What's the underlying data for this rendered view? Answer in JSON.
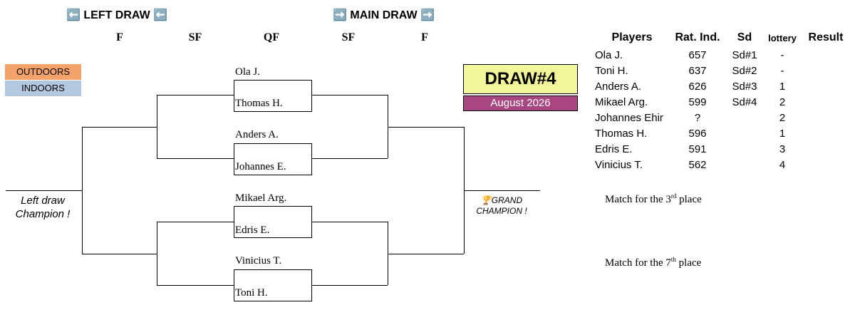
{
  "headers": {
    "left_draw": "⬅️ LEFT DRAW ⬅️",
    "main_draw": "➡️ MAIN DRAW ➡️"
  },
  "rounds": [
    "F",
    "SF",
    "QF",
    "SF",
    "F"
  ],
  "legend": {
    "outdoors": "OUTDOORS",
    "indoors": "INDOORS",
    "outdoors_color": "#f4a26c",
    "indoors_color": "#b4c7e0"
  },
  "bracket": {
    "qf_names": [
      "Ola J.",
      "Thomas H.",
      "Anders A.",
      "Johannes E.",
      "Mikael Arg.",
      "Edris E.",
      "Vinicius T.",
      "Toni H."
    ],
    "left_champion_line1": "Left draw",
    "left_champion_line2": "Champion !",
    "grand_champion_line1": "🏆GRAND",
    "grand_champion_line2": "CHAMPION !"
  },
  "draw_card": {
    "title": "DRAW#4",
    "date": "August 2026",
    "title_bg": "#f2f59a",
    "date_bg": "#a8477f"
  },
  "players_table": {
    "headers": [
      "Players",
      "Rat. Ind.",
      "Sd",
      "lottery",
      "Result"
    ],
    "rows": [
      [
        "Ola J.",
        "657",
        "Sd#1",
        "-",
        ""
      ],
      [
        "Toni H.",
        "637",
        "Sd#2",
        "-",
        ""
      ],
      [
        "Anders A.",
        "626",
        "Sd#3",
        "1",
        ""
      ],
      [
        "Mikael Arg.",
        "599",
        "Sd#4",
        "2",
        ""
      ],
      [
        "Johannes Ehir",
        "?",
        "",
        "2",
        ""
      ],
      [
        "Thomas H.",
        "596",
        "",
        "1",
        ""
      ],
      [
        "Edris E.",
        "591",
        "",
        "3",
        ""
      ],
      [
        "Vinicius T.",
        "562",
        "",
        "4",
        ""
      ]
    ]
  },
  "matches": {
    "third_pre": "Match for the 3",
    "third_sup": "rd",
    "third_post": " place",
    "seventh_pre": "Match for the 7",
    "seventh_sup": "th",
    "seventh_post": " place"
  }
}
